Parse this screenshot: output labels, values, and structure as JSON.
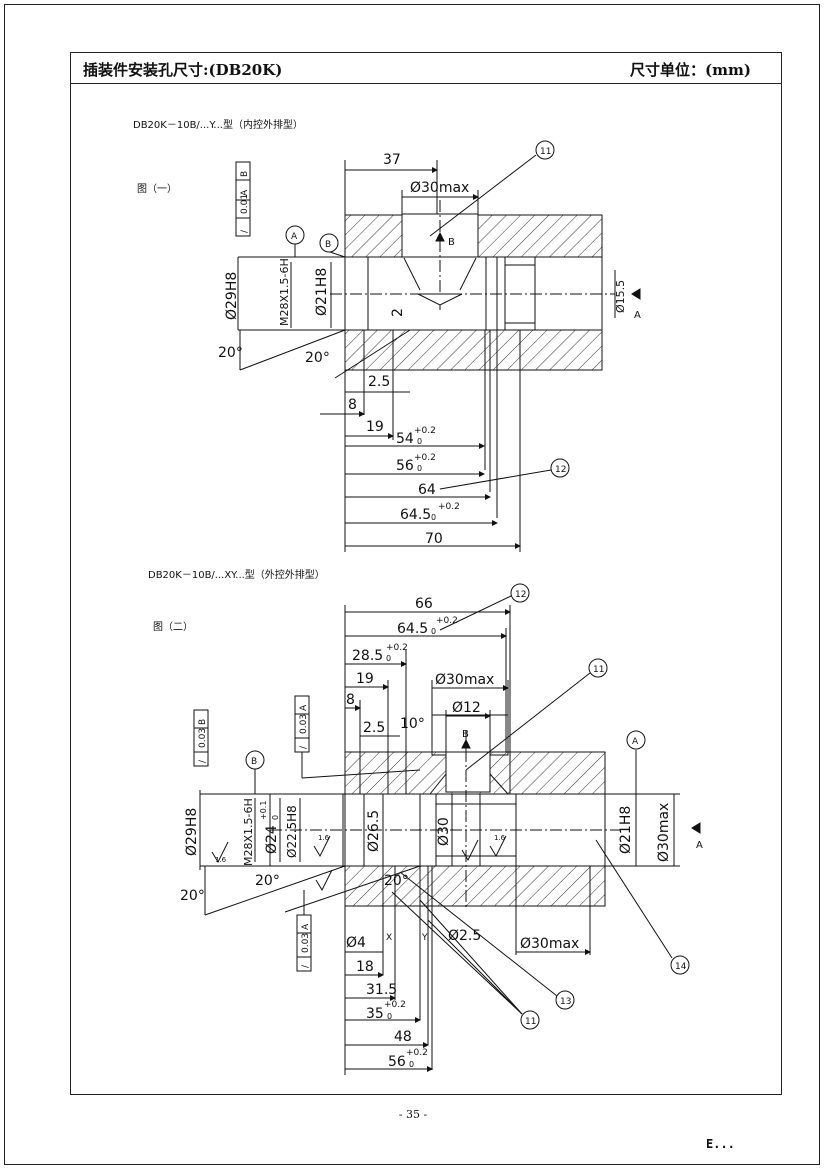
{
  "header": {
    "title": "插装件安装孔尺寸:(DB20K)",
    "unit": "尺寸单位：(mm)"
  },
  "figure1": {
    "caption": "DB20K－10B/...Y...型（内控外排型）",
    "label": "图（一）",
    "tolerance_frame": [
      "/",
      "0.01",
      "A",
      "B"
    ],
    "datum_a": "A",
    "datum_b": "B",
    "callout": "11",
    "callout_12": "12",
    "flow_b": "B",
    "section_a": "A",
    "dims": {
      "top37": "37",
      "d30max": "Ø30max",
      "d29h8": "Ø29H8",
      "m28": "M28X1.5-6H",
      "d21h8": "Ø21H8",
      "d15_5": "Ø15.5",
      "two": "2",
      "ang20a": "20°",
      "ang20b": "20°",
      "d2_5": "2.5",
      "d8": "8",
      "d19": "19",
      "d54": "54",
      "d54tol": "+0.2",
      "d54low": "0",
      "d56": "56",
      "d56tol": "+0.2",
      "d56low": "0",
      "d64": "64",
      "d64_5": "64.5",
      "d64_5tol": "+0.2",
      "d64_5low": "0",
      "d70": "70"
    }
  },
  "figure2": {
    "caption": "DB20K－10B/...XY...型（外控外排型）",
    "label": "图（二）",
    "tolerance_frame_1": [
      "/",
      "0.03",
      "B"
    ],
    "tolerance_frame_2": [
      "/",
      "0.03",
      "A"
    ],
    "tolerance_frame_3": [
      "/",
      "0.03",
      "A"
    ],
    "datum_a": "A",
    "datum_b": "B",
    "flow_b": "B",
    "section_a": "A",
    "callouts": [
      "12",
      "11",
      "14",
      "13",
      "11"
    ],
    "dims": {
      "d66": "66",
      "d64_5": "64.5",
      "d64_5tol": "+0.2",
      "d64_5low": "0",
      "d28_5": "28.5",
      "d28_5tol": "+0.2",
      "d28_5low": "0",
      "d19": "19",
      "d30max": "Ø30max",
      "d8": "8",
      "d12": "Ø12",
      "d2_5": "2.5",
      "ang10": "10°",
      "d29h8": "Ø29H8",
      "m28": "M28X1.5-6H",
      "d24": "Ø24",
      "d24tol": "+0.1",
      "d24low": "0",
      "d22_5h8": "Ø22.5H8",
      "d26_5": "Ø26.5",
      "d30": "Ø30",
      "d21h8": "Ø21H8",
      "d30max_r": "Ø30max",
      "ang20a": "20°",
      "ang20b": "20°",
      "ang20c": "20°",
      "d4": "Ø4",
      "d2_5b": "Ø2.5",
      "d30max_b": "Ø30max",
      "d18": "18",
      "d31_5": "31.5",
      "d35": "35",
      "d35tol": "+0.2",
      "d35low": "0",
      "d48": "48",
      "d56": "56",
      "d56tol": "+0.2",
      "d56low": "0",
      "x": "X",
      "y": "Y",
      "rough": "1.6"
    }
  },
  "footer": {
    "page_number": "- 35 -",
    "mark": "E..."
  }
}
